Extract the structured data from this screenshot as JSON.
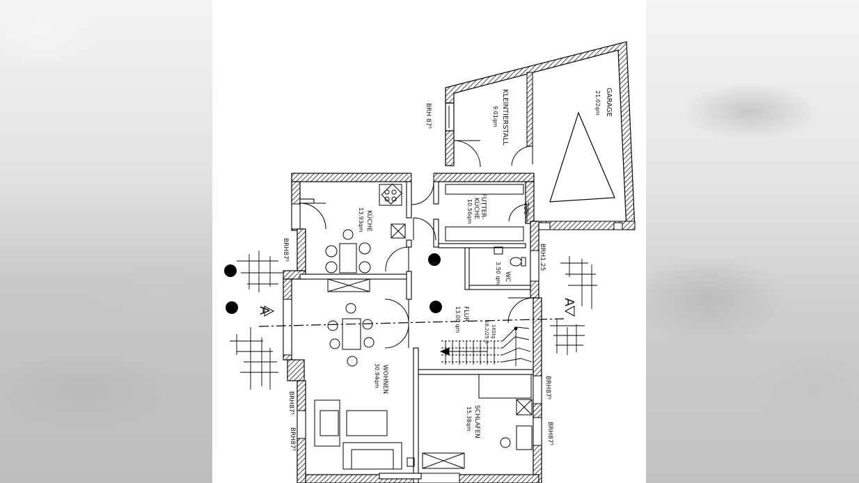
{
  "plan": {
    "rooms": {
      "garage": {
        "name": "GARAGE",
        "area": "21.02qm"
      },
      "kleintierstall": {
        "name": "KLEINTIERSTALL",
        "area": "9.01qm"
      },
      "futterkueche": {
        "name1": "FUTTER-",
        "name2": "KÜCHE",
        "area": "10.56qm"
      },
      "kueche": {
        "name": "KÜCHE",
        "area": "13.93qm"
      },
      "wc": {
        "name": "WC",
        "area": "3.50 qm"
      },
      "flur": {
        "name": "FLUR",
        "area": "13.00 qm"
      },
      "wohnen": {
        "name": "WOHNEN",
        "area": "30.94qm"
      },
      "schlafen": {
        "name": "SCHLAFEN",
        "area": "15.38qm"
      }
    },
    "stair": {
      "steps": "16Stg",
      "ratio": "18,2/25,6"
    },
    "door_rating": "T30",
    "section_marker": "A",
    "brh_labels": {
      "kleintierstall": "BRH 87⁵",
      "kueche": "BRH87⁵",
      "right_upper": "BRH1.25",
      "right_middle": "BRH87⁵",
      "right_lower": "BRH87⁵",
      "bottom_left_a": "BRH87⁵",
      "bottom_left_b": "BRH87⁵"
    }
  }
}
